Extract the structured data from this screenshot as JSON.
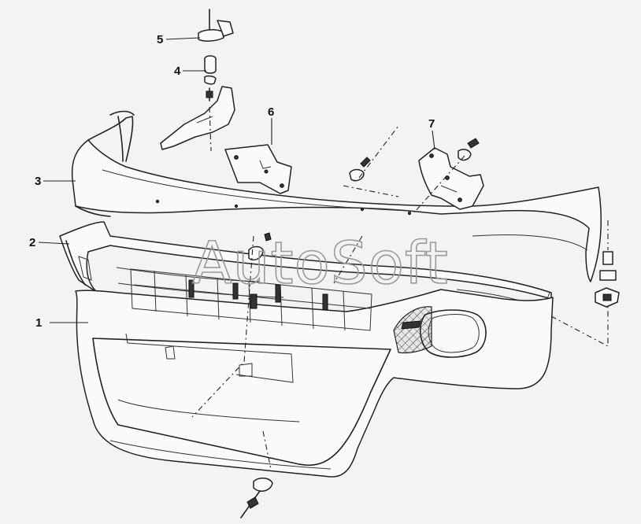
{
  "diagram": {
    "callouts": [
      {
        "id": "1",
        "label": "1"
      },
      {
        "id": "2",
        "label": "2"
      },
      {
        "id": "3",
        "label": "3"
      },
      {
        "id": "4",
        "label": "4"
      },
      {
        "id": "5",
        "label": "5"
      },
      {
        "id": "6",
        "label": "6"
      },
      {
        "id": "7",
        "label": "7"
      }
    ],
    "watermark": "AutoSoft"
  }
}
